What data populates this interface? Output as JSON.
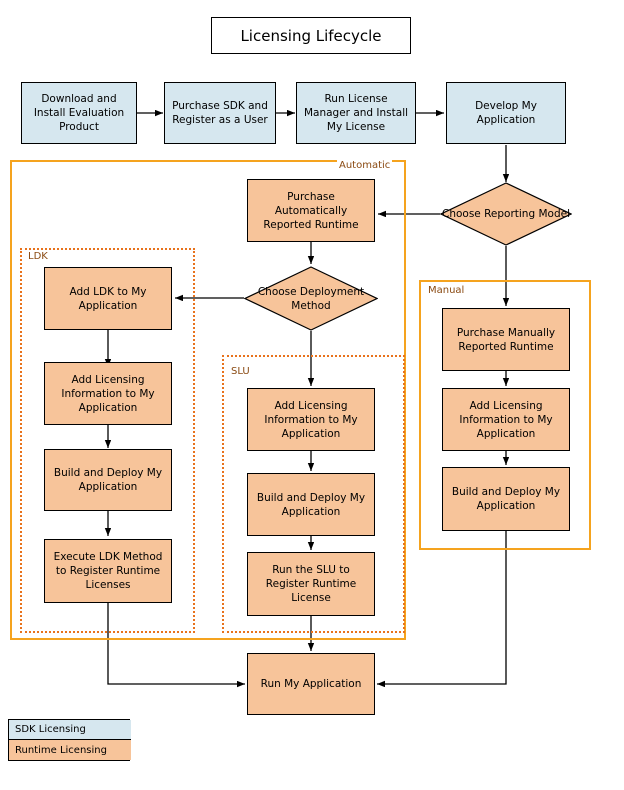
{
  "title": {
    "text": "Licensing Lifecycle"
  },
  "colors": {
    "sdk_fill": "#d6e7ef",
    "runtime_fill": "#f7c49a",
    "group_solid_border": "#f5a31e",
    "group_dotted_border": "#e8721c",
    "group_label_text": "#8a4a12",
    "node_border": "#000000",
    "connector": "#000000",
    "background": "#ffffff"
  },
  "sdk_flow": [
    {
      "id": "download",
      "label": "Download and Install Evaluation Product"
    },
    {
      "id": "purchase-sdk",
      "label": "Purchase SDK and Register as a User"
    },
    {
      "id": "run-license-manager",
      "label": "Run License Manager and Install My License"
    },
    {
      "id": "develop-app",
      "label": "Develop My Application"
    }
  ],
  "decisions": [
    {
      "id": "choose-reporting-model",
      "label": "Choose Reporting Model"
    },
    {
      "id": "choose-deployment-method",
      "label": "Choose Deployment Method"
    }
  ],
  "groups": {
    "runtime_outer": {
      "label": "Automatic",
      "style": "solid"
    },
    "ldk": {
      "label": "LDK",
      "style": "dotted"
    },
    "slu": {
      "label": "SLU",
      "style": "dotted"
    },
    "manual": {
      "label": "Manual",
      "style": "solid"
    }
  },
  "automatic_branch": {
    "purchase": {
      "id": "purchase-automatic",
      "label": "Purchase Automatically Reported Runtime"
    }
  },
  "ldk_branch": [
    {
      "id": "add-ldk",
      "label": "Add LDK to My Application"
    },
    {
      "id": "ldk-add-licensing-info",
      "label": "Add Licensing Information to My Application"
    },
    {
      "id": "ldk-build-deploy",
      "label": "Build and Deploy My Application"
    },
    {
      "id": "execute-ldk-method",
      "label": "Execute LDK Method to Register Runtime Licenses"
    }
  ],
  "slu_branch": [
    {
      "id": "slu-add-licensing-info",
      "label": "Add Licensing Information to My Application"
    },
    {
      "id": "slu-build-deploy",
      "label": "Build and Deploy My Application"
    },
    {
      "id": "run-slu",
      "label": "Run the SLU to Register Runtime License"
    }
  ],
  "manual_branch": [
    {
      "id": "purchase-manual",
      "label": "Purchase Manually Reported Runtime"
    },
    {
      "id": "manual-add-licensing-info",
      "label": "Add Licensing Information to My Application"
    },
    {
      "id": "manual-build-deploy",
      "label": "Build and Deploy My Application"
    }
  ],
  "final": {
    "id": "run-my-application",
    "label": "Run My Application"
  },
  "legend": [
    {
      "id": "legend-sdk",
      "label": "SDK Licensing",
      "swatch": "#d6e7ef"
    },
    {
      "id": "legend-runtime",
      "label": "Runtime Licensing",
      "swatch": "#f7c49a"
    }
  ]
}
